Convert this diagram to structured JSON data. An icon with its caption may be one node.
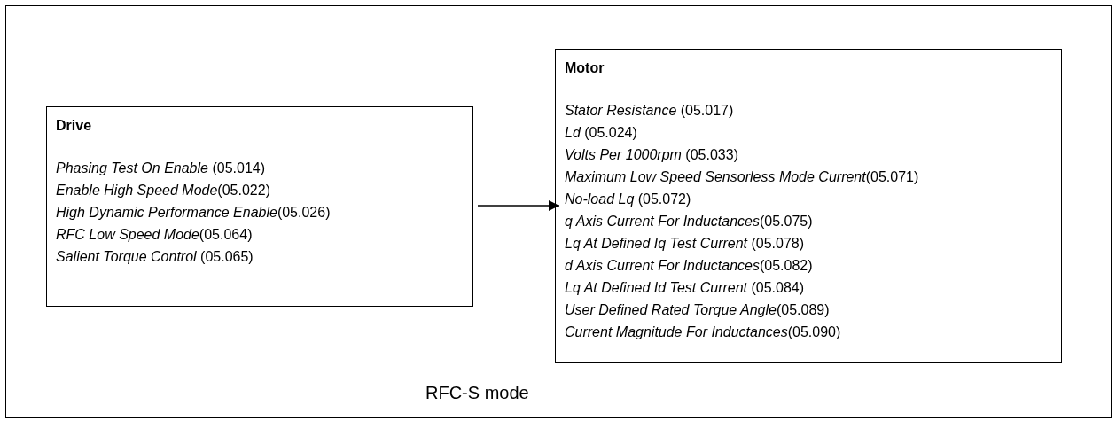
{
  "diagram": {
    "nodes": [
      {
        "text": [
          "RFC-S mode"
        ]
      },
      {
        "text": [
          "Drive",
          "*Phasing Test On Enable* (05.014)",
          "*Enable High Speed Mode*(05.022)",
          "*High Dynamic Performance Enable*(05.026)",
          "*RFC Low Speed Mode*(05.064)",
          "*Salient Torque Control* (05.065)"
        ],
        "in": 0
      },
      {
        "text": [
          "Motor",
          "*Stator Resistance* (05.017)",
          "*Ld* (05.024)",
          "*Volts Per 1000rpm* (05.033)",
          "*Maximum Low Speed Sensorless Mode Current*(05.071)",
          "*No-load Lq* (05.072)",
          "*q Axis Current For Inductances*(05.075)",
          "*Lq At Defined Iq Test Current* (05.078)",
          "*d Axis Current For Inductances*(05.082)",
          "*Lq At Defined Id Test Current* (05.084)",
          "*User Defined Rated Torque Angle*(05.089)",
          "*Current Magnitude For Inductances*(05.090)"
        ],
        "in": 0
      }
    ],
    "edges": [
      {
        "from": 1,
        "to": 2,
        "arrow": "to"
      }
    ]
  }
}
